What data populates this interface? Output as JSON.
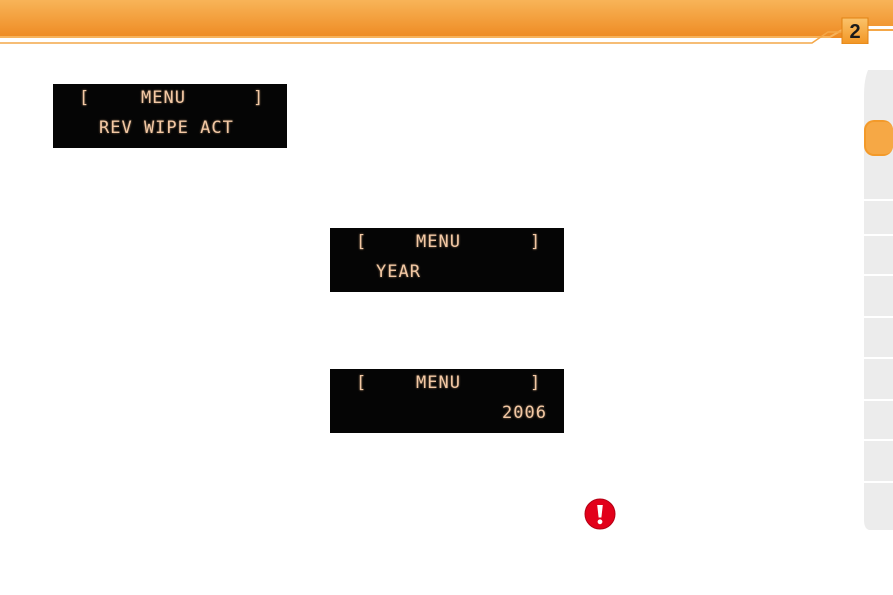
{
  "chapter": {
    "number": "2"
  },
  "displays": [
    {
      "bracket_left": "[",
      "menu_label": "MENU",
      "bracket_right": "]",
      "line2": "REV WIPE ACT"
    },
    {
      "bracket_left": "[",
      "menu_label": "MENU",
      "bracket_right": "]",
      "line2": "YEAR"
    },
    {
      "bracket_left": "[",
      "menu_label": "MENU",
      "bracket_right": "]",
      "line2": "2006"
    }
  ],
  "icons": {
    "warning": "exclamation-warning-icon"
  },
  "colors": {
    "accent": "#f39a2a",
    "lcd_text": "#f2c8a4",
    "lcd_bg": "#050505",
    "warning": "#e2001a"
  }
}
